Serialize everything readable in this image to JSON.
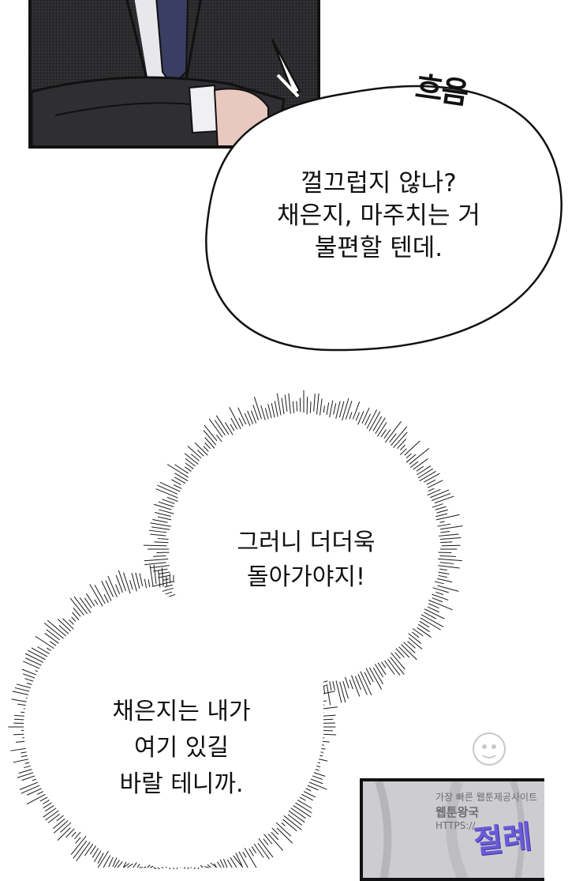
{
  "sound_effect": "흐음",
  "speech_bubble": {
    "lines": [
      "껄끄럽지 않나?",
      "채은지, 마주치는 거",
      "불편할 텐데."
    ]
  },
  "thought_cloud": {
    "upper_lines": [
      "그러니 더더욱",
      "돌아가야지!"
    ],
    "lower_lines": [
      "채은지는 내가",
      "여기 있길",
      "바랄 테니까."
    ]
  },
  "watermark": {
    "lines": [
      "가장 빠른 웹툰제공사이트",
      "웹툰왕국",
      "HTTPS://"
    ]
  },
  "signature": "절례",
  "colors": {
    "ink": "#111111",
    "panel_dark": "#2a2a2c",
    "signature": "#6a5ad8"
  }
}
